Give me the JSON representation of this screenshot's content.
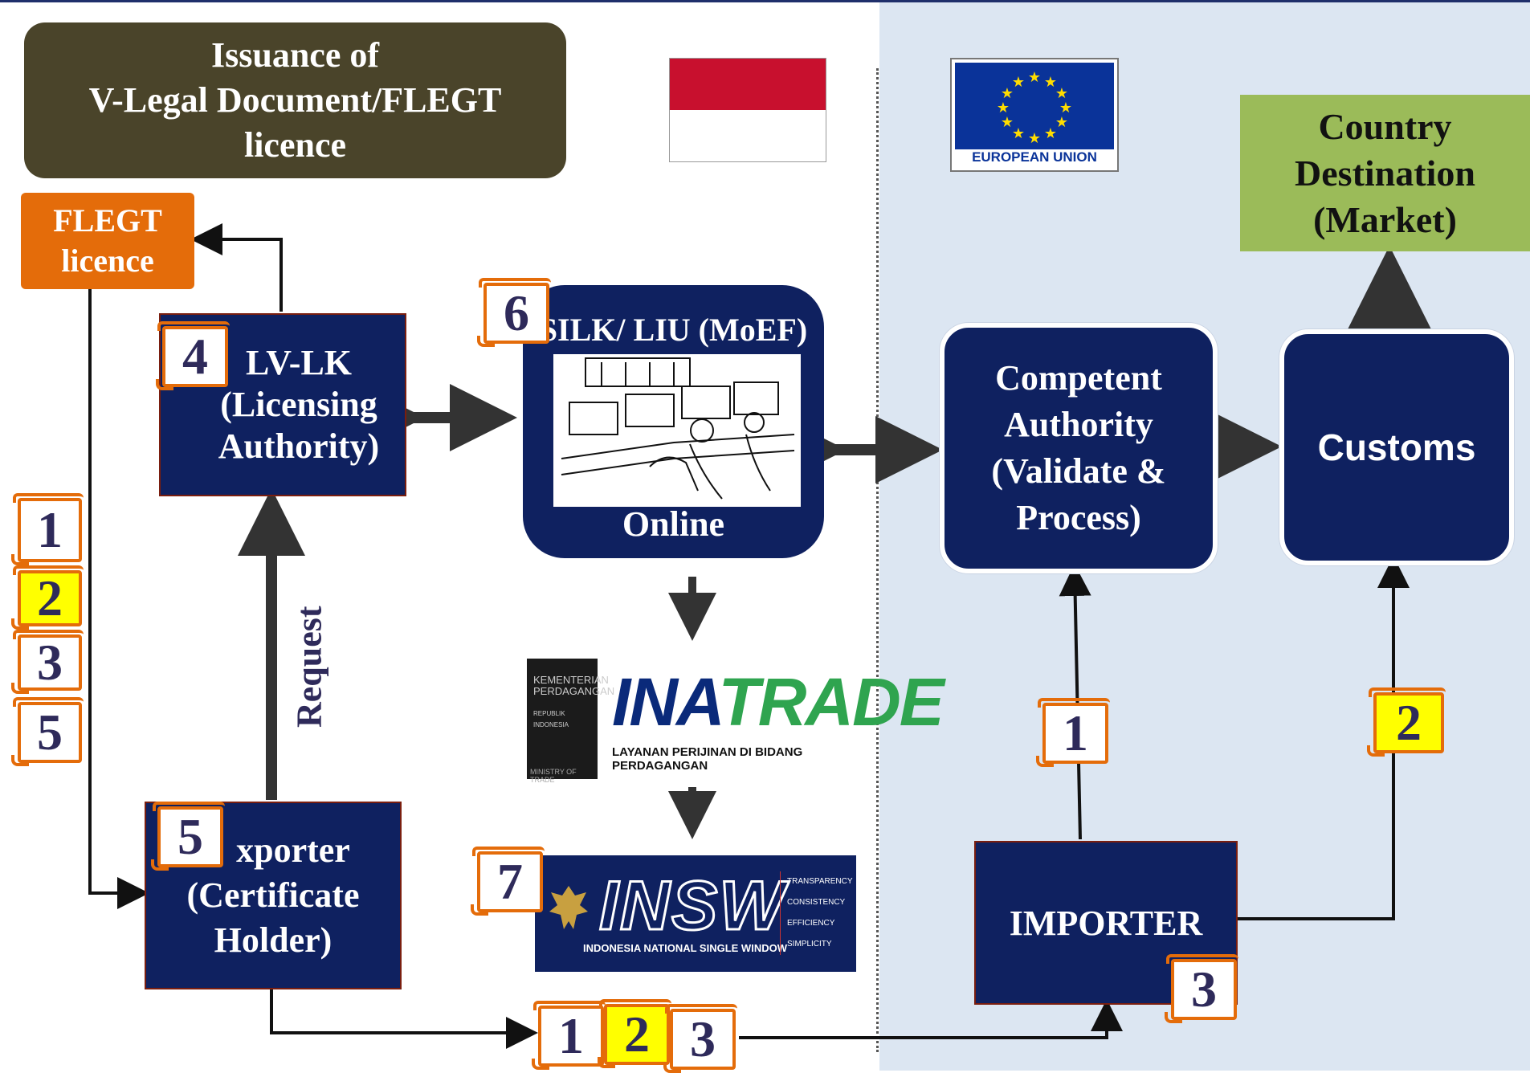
{
  "title": {
    "line1": "Issuance of",
    "line2": "V-Legal Document/FLEGT",
    "line3": "licence"
  },
  "flegt_licence": {
    "line1": "FLEGT",
    "line2": "licence"
  },
  "lvlk": {
    "line1": "LV-LK",
    "line2": "(Licensing",
    "line3": "Authority)"
  },
  "exporter": {
    "line1": "xporter",
    "line2": "(Certificate",
    "line3": "Holder)"
  },
  "request_label": "Request",
  "silk": {
    "title": "SILK/ LIU  (MoEF)",
    "bottom": "Online"
  },
  "inatrade": {
    "kementerian": "KEMENTERIAN PERDAGANGAN",
    "republik": "REPUBLIK INDONESIA",
    "ministry": "MINISTRY OF TRADE",
    "logo_ina": "INA",
    "logo_trade": "TRADE",
    "subtitle": "LAYANAN PERIJINAN DI BIDANG PERDAGANGAN"
  },
  "insw": {
    "logo": "INSW",
    "subtitle": "INDONESIA NATIONAL SINGLE WINDOW",
    "values": [
      "TRANSPARENCY",
      "CONSISTENCY",
      "EFFICIENCY",
      "SIMPLICITY"
    ]
  },
  "eu_flag_label": "EUROPEAN UNION",
  "country": {
    "line1": "Country",
    "line2": "Destination",
    "line3": "(Market)"
  },
  "competent": {
    "line1": "Competent",
    "line2": "Authority",
    "line3": "(Validate &",
    "line4": "Process)"
  },
  "customs": "Customs",
  "importer": "IMPORTER",
  "scrolls": {
    "left_stack": [
      "1",
      "2",
      "3",
      "5"
    ],
    "lvlk_badge": "4",
    "exporter_badge": "5",
    "silk_badge": "6",
    "insw_badge": "7",
    "bottom_row": [
      "1",
      "2",
      "3"
    ],
    "competent_doc": "1",
    "customs_doc": "2",
    "importer_badge": "3"
  },
  "colors": {
    "navy": "#0f2160",
    "title_bg": "#4a442a",
    "flegt_orange": "#e46c0a",
    "country_green": "#9bbb59",
    "eu_zone": "#dce6f2",
    "highlight_yellow": "#ffff00"
  }
}
